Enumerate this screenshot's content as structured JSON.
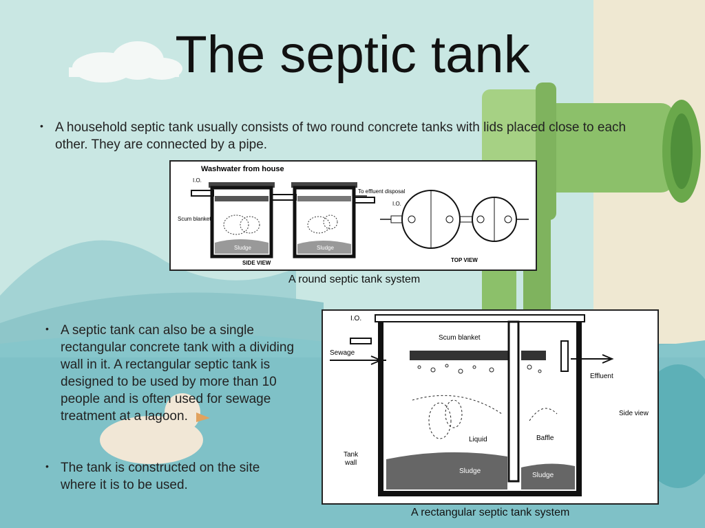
{
  "slide": {
    "title": "The septic tank",
    "bullets": [
      "A household septic tank usually consists of two round concrete tanks with lids placed close to each other. They are connected by a pipe.",
      "A septic tank can also be a single rectangular concrete tank with a dividing wall in it. A rectangular septic tank is designed to be used by more than 10 people and is often used for sewage treatment at a lagoon.",
      "The tank is constructed on the site where it is to be used."
    ],
    "bullet_glyph": "•"
  },
  "figure_round": {
    "caption": "A round septic tank system",
    "labels": {
      "washwater": "Washwater from house",
      "io": "I.O.",
      "effluent": "To effluent disposal",
      "scum": "Scum blanket",
      "sludge": "Sludge",
      "side_view": "SIDE VIEW",
      "top_view": "TOP VIEW"
    }
  },
  "figure_rect": {
    "caption": "A rectangular septic tank system",
    "labels": {
      "io": "I.O.",
      "sewage": "Sewage",
      "scum": "Scum blanket",
      "effluent": "Effluent",
      "side_view": "Side view",
      "liquid": "Liquid",
      "baffle": "Baffle",
      "tank_wall_1": "Tank",
      "tank_wall_2": "wall",
      "sludge": "Sludge"
    }
  },
  "colors": {
    "sky": "#c9e7e3",
    "water": "#7fc1c7",
    "hill": "#9fd2d4",
    "pipe": "#8cc06a"
  }
}
